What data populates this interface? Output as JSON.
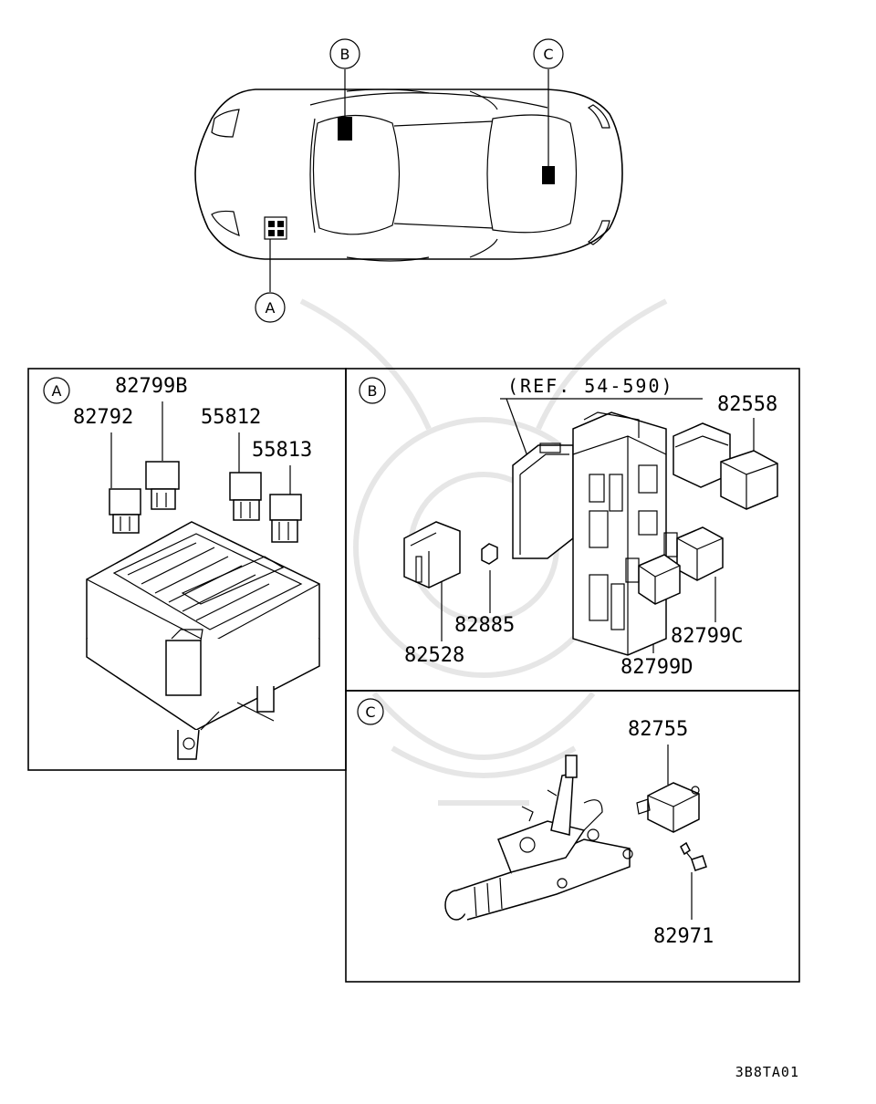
{
  "diagram": {
    "drawing_code": "3B8TA01",
    "car_overview": {
      "callouts": [
        "B",
        "C",
        "A"
      ]
    },
    "panel_a": {
      "letter": "A",
      "parts": [
        "82799B",
        "82792",
        "55812",
        "55813"
      ]
    },
    "panel_b": {
      "letter": "B",
      "reference": "(REF. 54-590)",
      "parts": [
        "82558",
        "82885",
        "82528",
        "82799C",
        "82799D"
      ]
    },
    "panel_c": {
      "letter": "C",
      "parts": [
        "82755",
        "82971"
      ]
    }
  }
}
